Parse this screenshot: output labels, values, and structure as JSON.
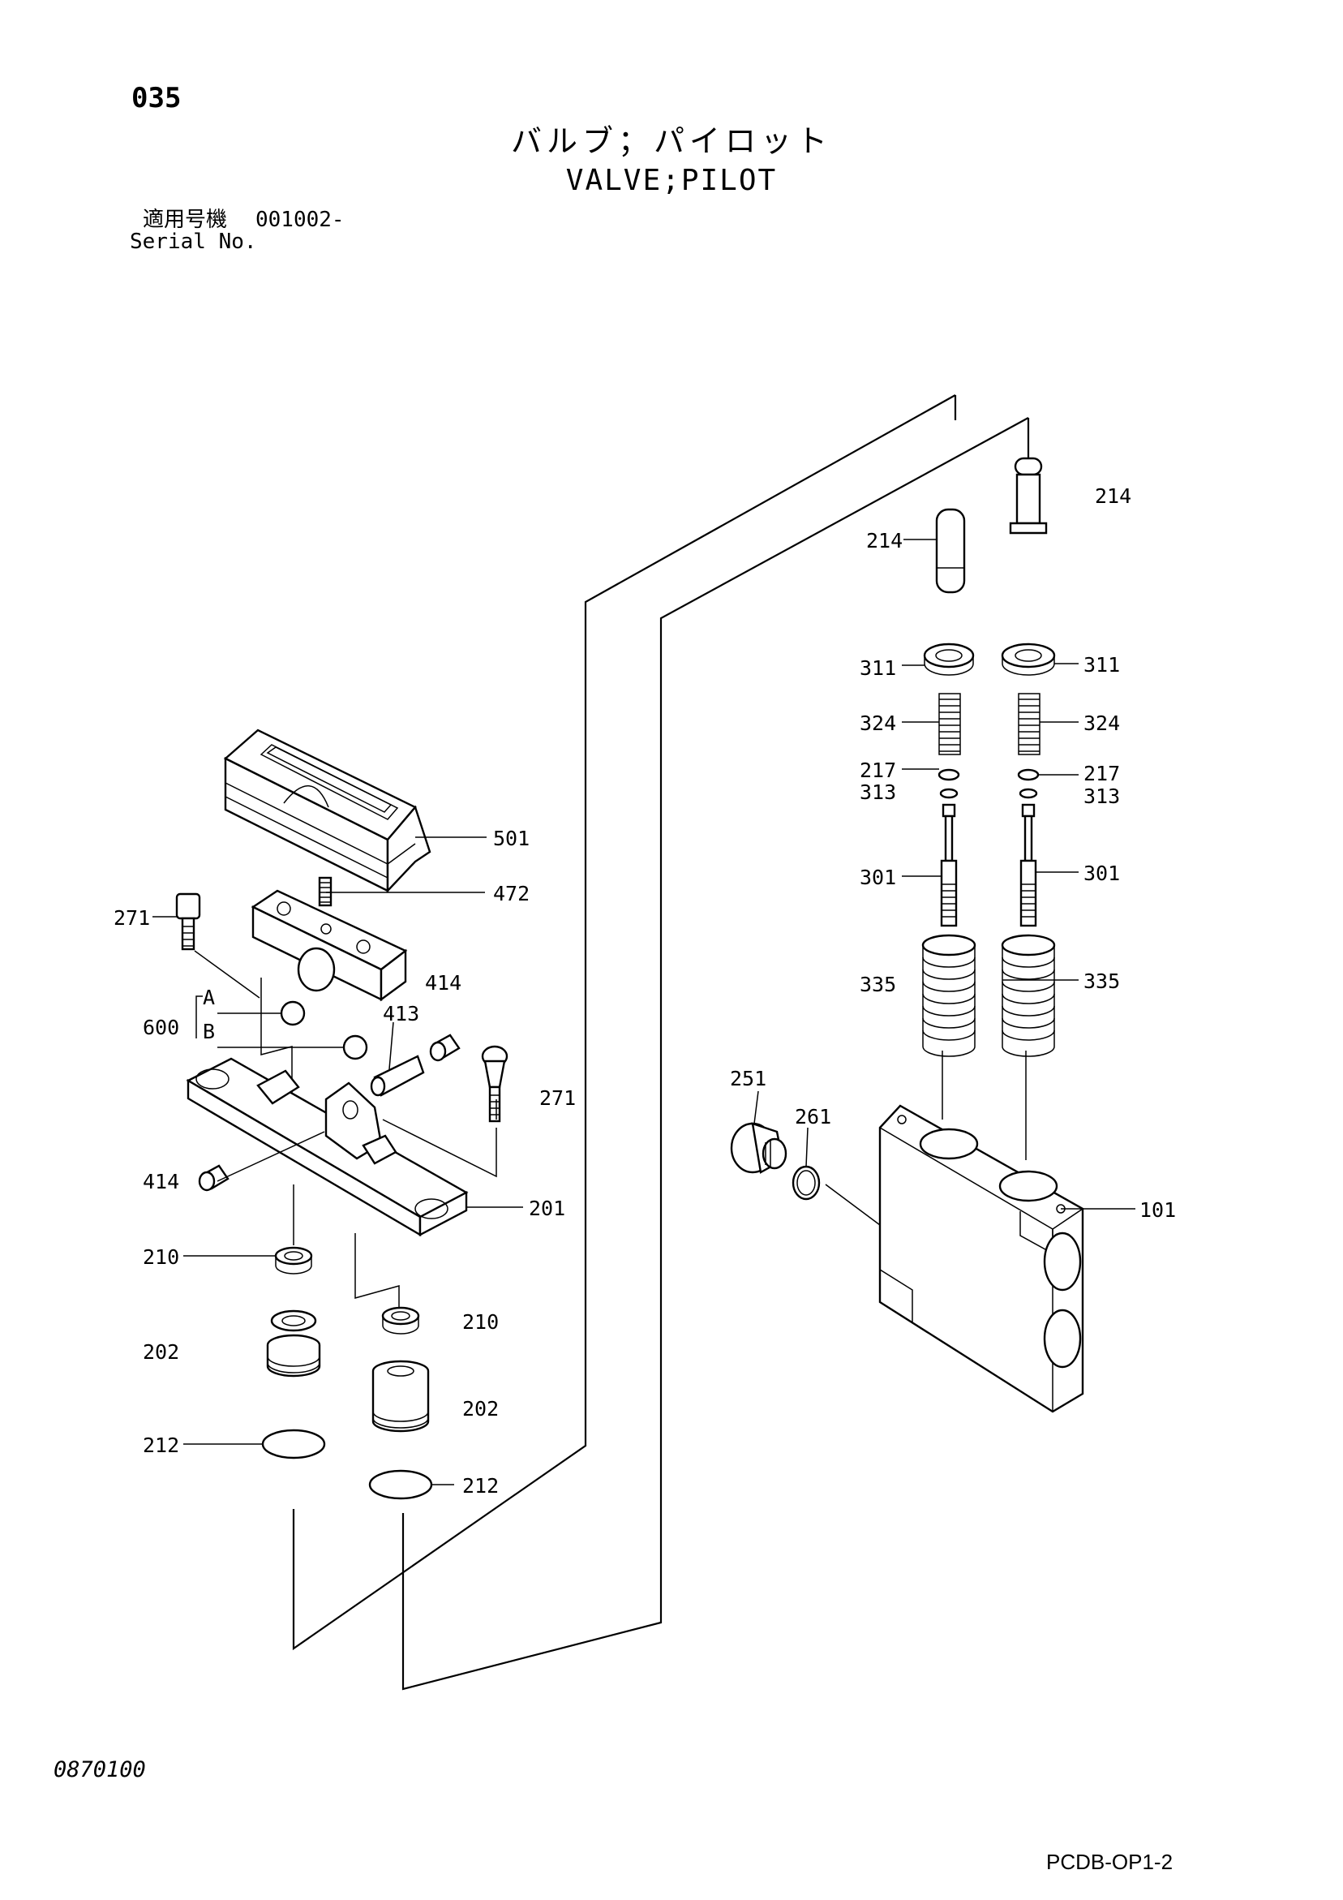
{
  "header": {
    "page_number": "035",
    "title_jp": "バルブ；パイロット",
    "title_en": "VALVE;PILOT",
    "serial_label_jp": "適用号機",
    "serial_value": "001002-",
    "serial_label_en": "Serial No."
  },
  "footer": {
    "doc_code": "0870100",
    "page_code": "PCDB-OP1-2"
  },
  "callouts": {
    "c501": "501",
    "c472": "472",
    "c271a": "271",
    "c414a": "414",
    "cA": "A",
    "c600": "600",
    "cB": "B",
    "c413": "413",
    "c271b": "271",
    "c414b": "414",
    "c201": "201",
    "c210a": "210",
    "c210b": "210",
    "c202a": "202",
    "c202b": "202",
    "c212a": "212",
    "c212b": "212",
    "c214a": "214",
    "c214b": "214",
    "c311a": "311",
    "c311b": "311",
    "c324a": "324",
    "c324b": "324",
    "c217a": "217",
    "c217b": "217",
    "c313a": "313",
    "c313b": "313",
    "c301a": "301",
    "c301b": "301",
    "c335a": "335",
    "c335b": "335",
    "c251": "251",
    "c261": "261",
    "c101": "101"
  }
}
